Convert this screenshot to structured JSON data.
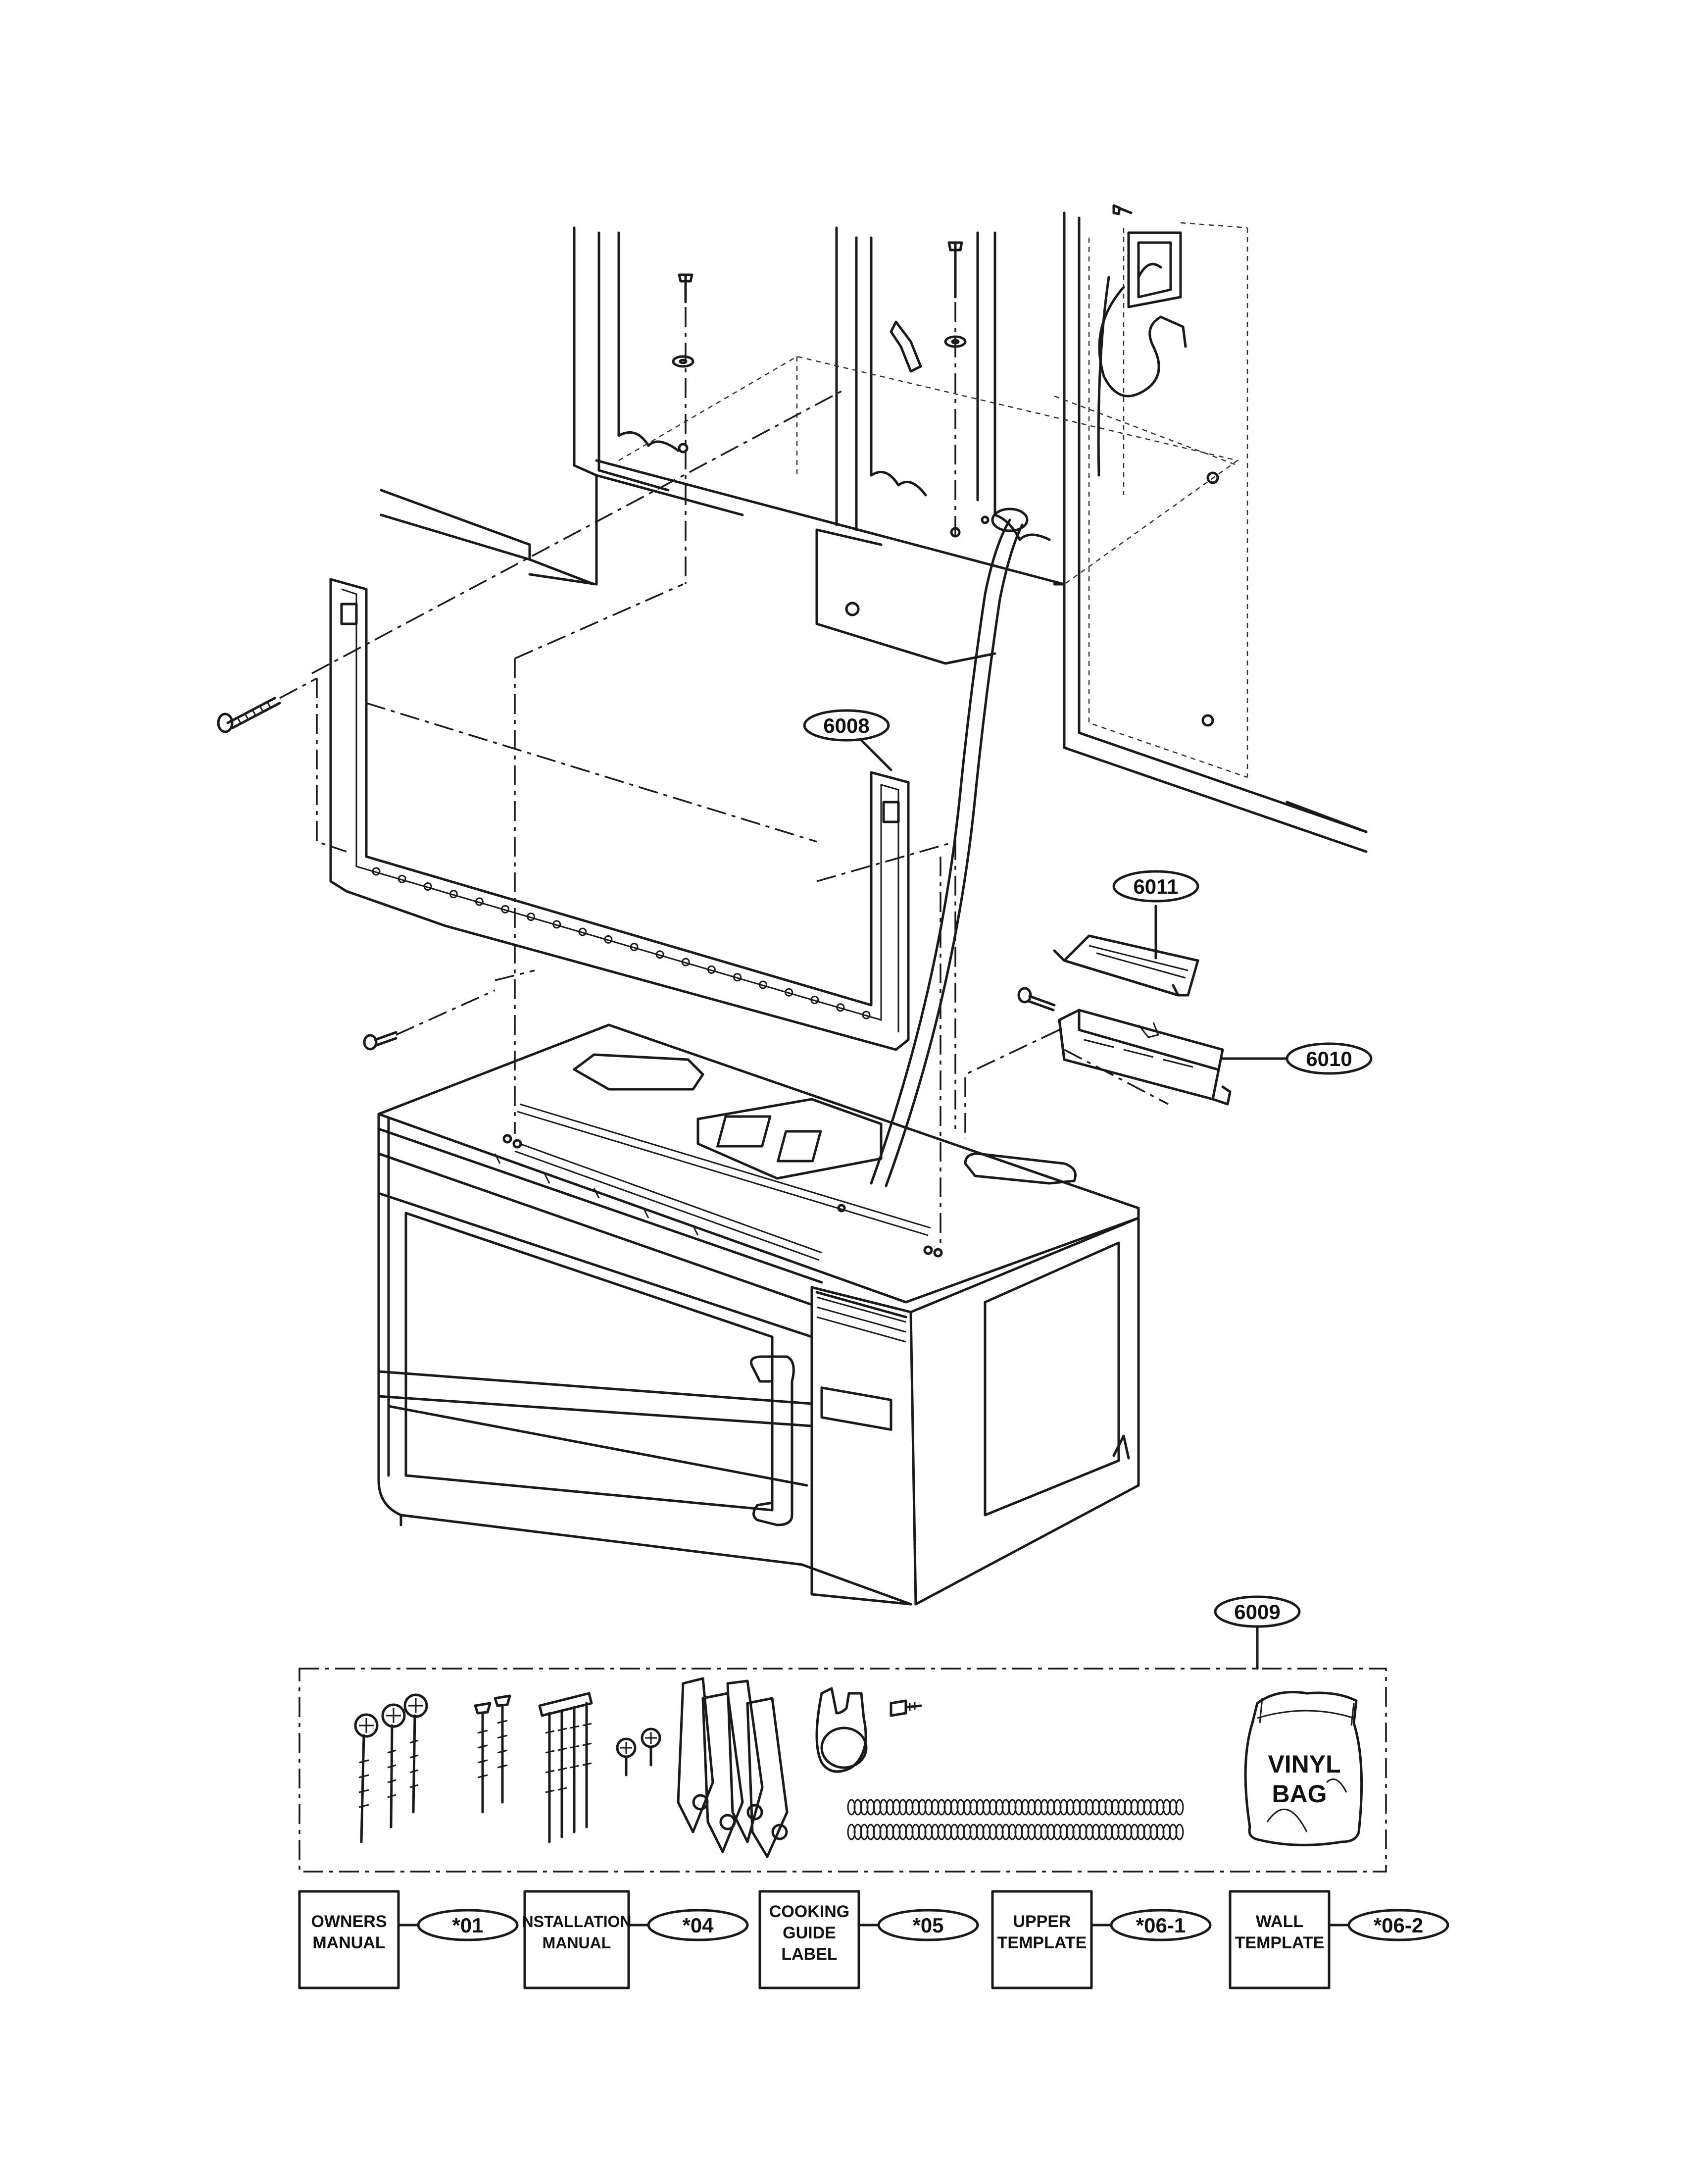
{
  "callouts": {
    "c6008": "6008",
    "c6011": "6011",
    "c6010": "6010",
    "c6009": "6009"
  },
  "vinyl_bag": {
    "line1": "VINYL",
    "line2": "BAG"
  },
  "doc_boxes": [
    {
      "lines": [
        "OWNERS",
        "MANUAL"
      ],
      "code": "*01"
    },
    {
      "lines": [
        "NSTALLATION",
        "MANUAL"
      ],
      "code": "*04"
    },
    {
      "lines": [
        "COOKING",
        "GUIDE",
        "LABEL"
      ],
      "code": "*05"
    },
    {
      "lines": [
        "UPPER",
        "TEMPLATE"
      ],
      "code": "*06-1"
    },
    {
      "lines": [
        "WALL",
        "TEMPLATE"
      ],
      "code": "*06-2"
    }
  ],
  "colors": {
    "line": "#1a1a1a",
    "background": "#ffffff"
  }
}
